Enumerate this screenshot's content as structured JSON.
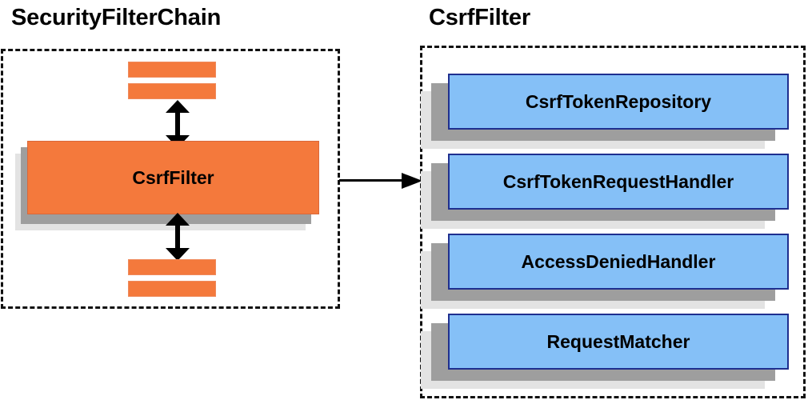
{
  "diagram": {
    "type": "component-relationship-diagram",
    "background_color": "#ffffff",
    "panels": [
      {
        "id": "security-filter-chain",
        "title": "SecurityFilterChain",
        "border_style": "dashed",
        "border_color": "#111111",
        "main_component": {
          "label": "CsrfFilter",
          "fill_color": "#F4793C",
          "text_color": "#000000"
        },
        "filter_bars": [
          {
            "position": "top",
            "index": 1
          },
          {
            "position": "top",
            "index": 2
          },
          {
            "position": "bottom",
            "index": 1
          },
          {
            "position": "bottom",
            "index": 2
          }
        ],
        "arrows": [
          {
            "id": "arrow-top",
            "direction": "bidirectional",
            "orientation": "vertical"
          },
          {
            "id": "arrow-bottom",
            "direction": "bidirectional",
            "orientation": "vertical"
          }
        ]
      },
      {
        "id": "csrf-filter",
        "title": "CsrfFilter",
        "border_style": "dashed",
        "border_color": "#111111",
        "collaborators": [
          {
            "label": "CsrfTokenRepository",
            "fill_color": "#85C0F7",
            "border_color": "#1F2F8F"
          },
          {
            "label": "CsrfTokenRequestHandler",
            "fill_color": "#85C0F7",
            "border_color": "#1F2F8F"
          },
          {
            "label": "AccessDeniedHandler",
            "fill_color": "#85C0F7",
            "border_color": "#1F2F8F"
          },
          {
            "label": "RequestMatcher",
            "fill_color": "#85C0F7",
            "border_color": "#1F2F8F"
          }
        ]
      }
    ],
    "connector": {
      "id": "chain-to-filter-arrow",
      "from": "security-filter-chain",
      "to": "csrf-filter",
      "direction": "unidirectional",
      "orientation": "horizontal",
      "color": "#000000"
    },
    "colors": {
      "orange": "#F4793C",
      "orange_border": "#D9683A",
      "blue": "#85C0F7",
      "blue_border": "#1F2F8F",
      "shadow_dark": "#9e9e9e",
      "shadow_light": "#e3e3e3",
      "text": "#000000"
    }
  }
}
